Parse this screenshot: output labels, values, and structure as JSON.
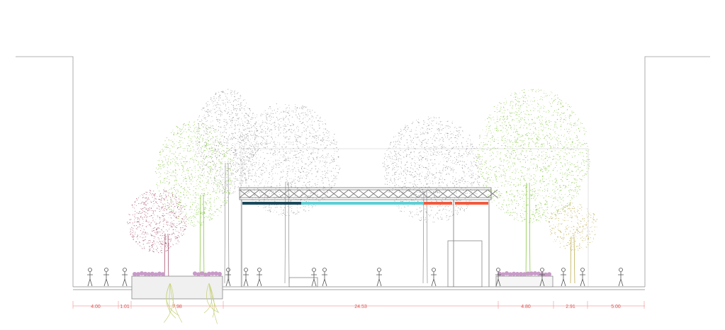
{
  "drawing": {
    "type": "street-section",
    "dimensions": [
      "4.00",
      "1.01",
      "7.98",
      "24.53",
      "4.80",
      "2.91",
      "5.00"
    ]
  },
  "colors": {
    "line": "#9a9a9a",
    "dimension": "#e05555",
    "tree_grey": "#8f8f8f",
    "tree_green": "#7cc031",
    "tree_maroon": "#9a3f5e",
    "tree_olive": "#b5a43c",
    "bar_dark": "#184a5c",
    "bar_cyan": "#5ccfd6",
    "bar_orange": "#f25a3c",
    "flowers": "#c89ac8"
  }
}
